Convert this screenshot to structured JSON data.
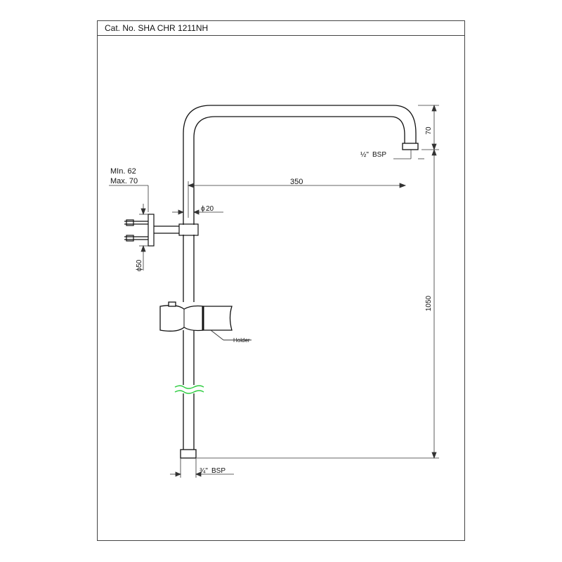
{
  "header": {
    "catalog_number": "Cat. No. SHA CHR 1211NH"
  },
  "dimensions": {
    "min_label": "MIn. 62",
    "max_label": "Max. 70",
    "arm_length": "350",
    "pipe_diameter": "20",
    "flange_diameter": "50",
    "height": "1050",
    "bend_height": "70",
    "outlet_thread": "BSP",
    "inlet_thread": "BSP",
    "holder_label": "Holder"
  },
  "colors": {
    "line": "#111111",
    "dimension": "#333333",
    "break_mark": "#2ecc40"
  }
}
